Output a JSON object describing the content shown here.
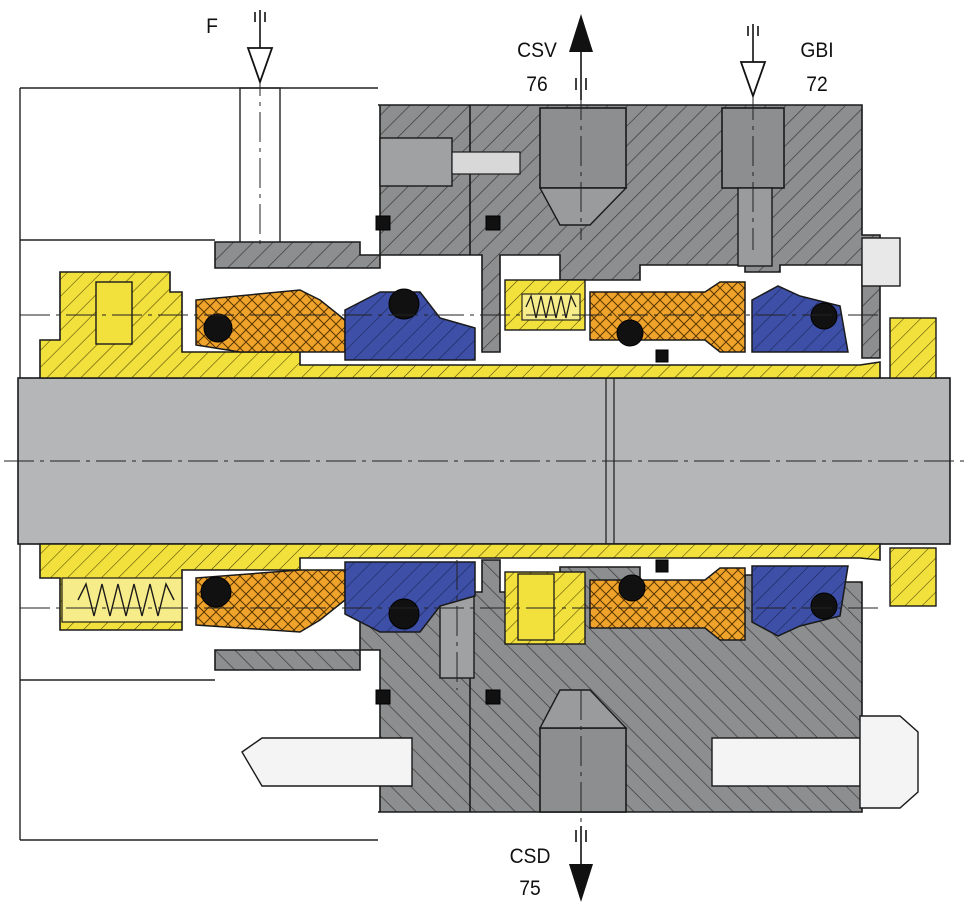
{
  "labels": {
    "f": "F",
    "csv_name": "CSV",
    "csv_num": "76",
    "gbi_name": "GBI",
    "gbi_num": "72",
    "csd_name": "CSD",
    "csd_num": "75"
  },
  "colors": {
    "housing_gray": "#8d8e90",
    "shaft_gray": "#b5b6b8",
    "sleeve_yellow": "#f2e03d",
    "carbon_orange": "#f0a32a",
    "seat_blue": "#3d4fa6",
    "oring_black": "#111111",
    "outline": "#1a1a1a"
  }
}
